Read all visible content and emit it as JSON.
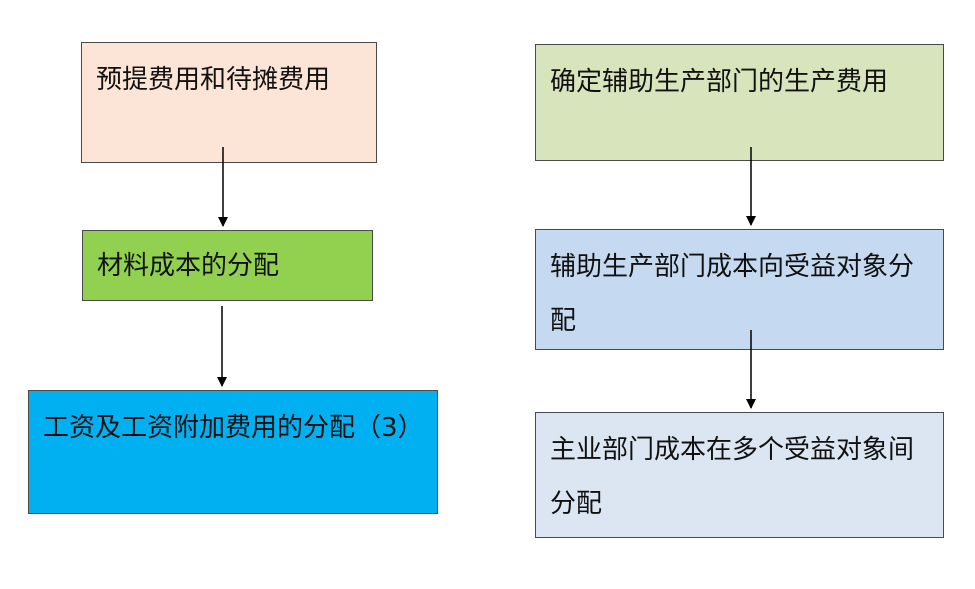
{
  "left_column": {
    "box1": "预提费用和待摊费用",
    "box2": "材料成本的分配",
    "box3": "工资及工资附加费用的分配（3）"
  },
  "right_column": {
    "box1": "确定辅助生产部门的生产费用",
    "box2": "辅助生产部门成本向受益对象分配",
    "box3": "主业部门成本在多个受益对象间分配"
  },
  "colors": {
    "left_box1": "#fce4d6",
    "left_box2": "#92d050",
    "left_box3": "#00b0f0",
    "right_box1": "#d8e4bc",
    "right_box2": "#c5d9f1",
    "right_box3": "#dce6f2",
    "arrow": "#000000"
  }
}
